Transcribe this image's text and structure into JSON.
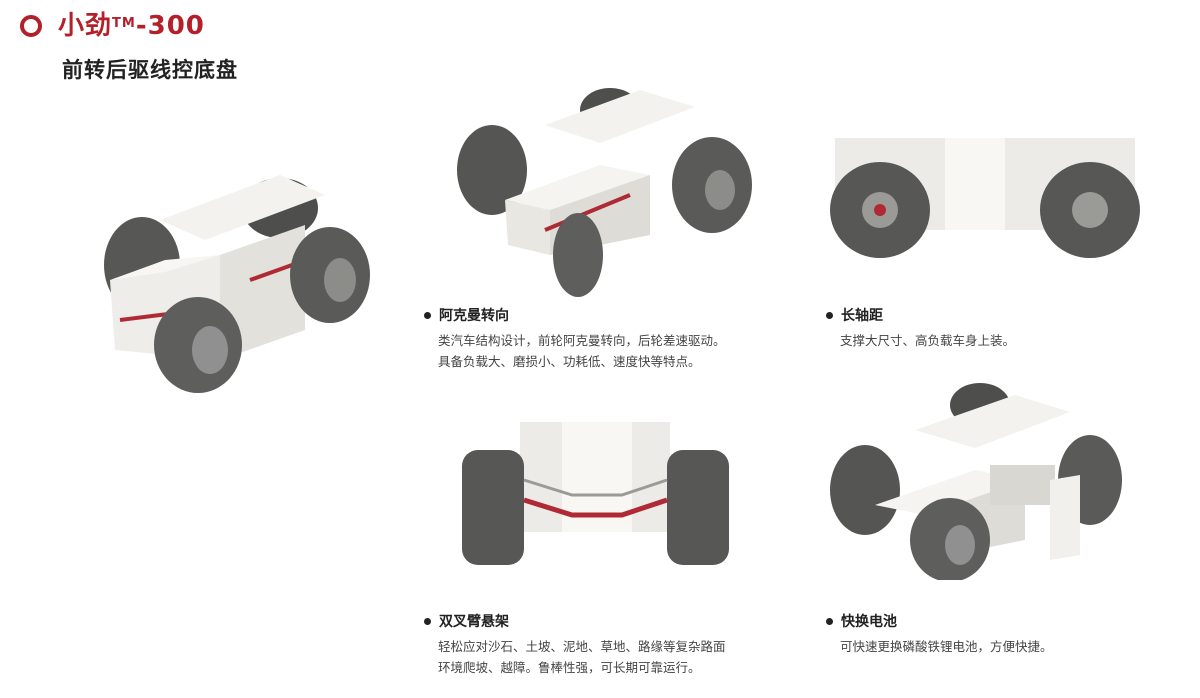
{
  "header": {
    "brand": "小劲",
    "trademark": "TM",
    "model": "-300",
    "subtitle": "前转后驱线控底盘"
  },
  "features": [
    {
      "title": "阿克曼转向",
      "lines": [
        "类汽车结构设计，前轮阿克曼转向，后轮差速驱动。",
        "具备负载大、磨损小、功耗低、速度快等特点。"
      ]
    },
    {
      "title": "长轴距",
      "lines": [
        "支撑大尺寸、高负载车身上装。"
      ]
    },
    {
      "title": "双叉臂悬架",
      "lines": [
        "轻松应对沙石、土坡、泥地、草地、路缘等复杂路面",
        "环境爬坡、越障。鲁棒性强，可长期可靠运行。"
      ]
    },
    {
      "title": "快换电池",
      "lines": [
        "可快速更换磷酸铁锂电池，方便快捷。"
      ]
    }
  ],
  "colors": {
    "accent": "#b3202a",
    "body": "#ecebe7",
    "tire": "#5a5a58",
    "arm": "#b02a35"
  }
}
